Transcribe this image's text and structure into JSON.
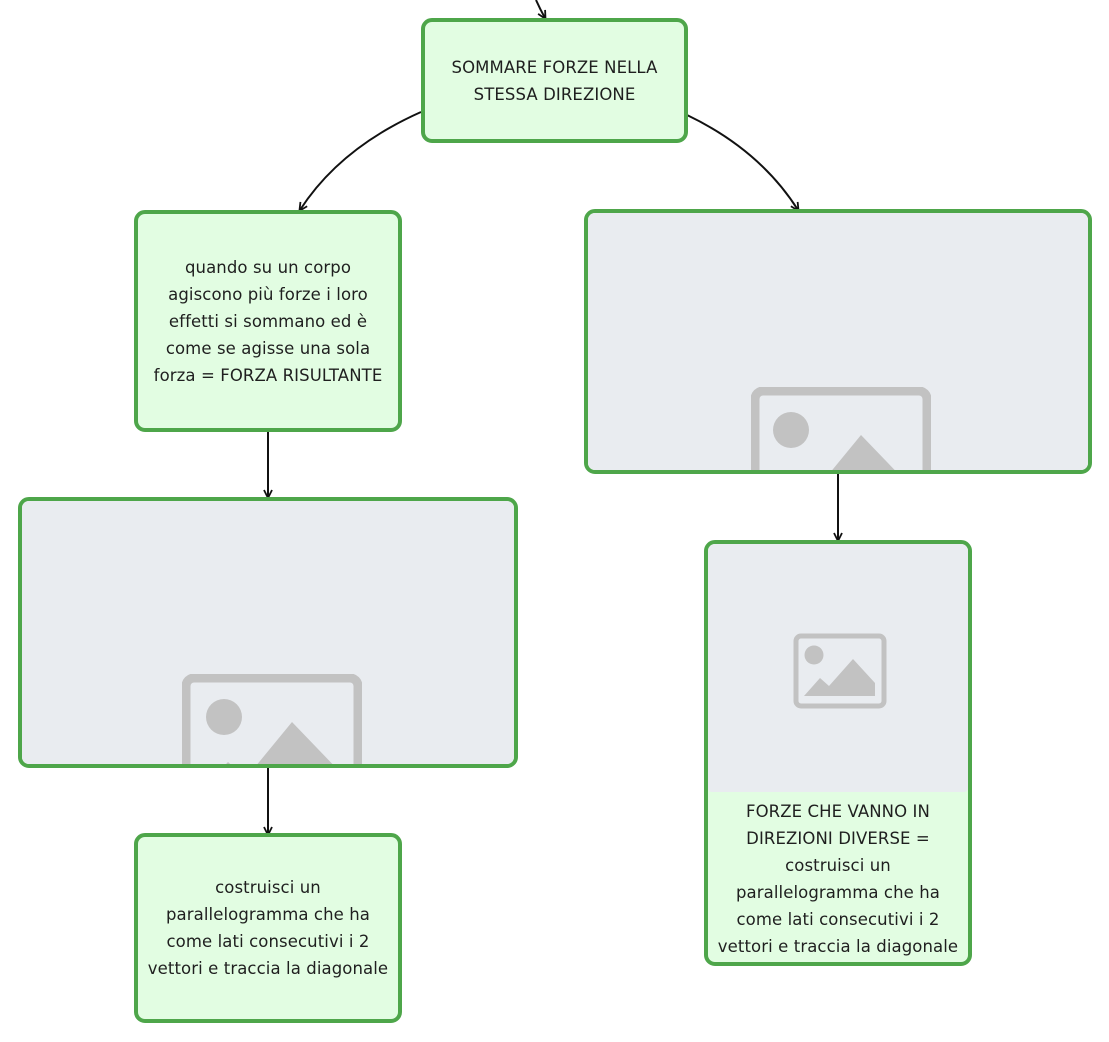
{
  "theme": {
    "node_border": "#4ea64a",
    "node_fill": "#e2fde2",
    "image_placeholder_fill": "#e9ecf0",
    "placeholder_icon_color": "#c2c2c2",
    "connector_color": "#111111",
    "text_color": "#1f1f1f"
  },
  "nodes": {
    "top": {
      "line1": "SOMMARE FORZE NELLA",
      "line2": "STESSA DIREZIONE"
    },
    "definition": {
      "lines": [
        "quando su un corpo",
        "agiscono più forze i loro",
        "effetti si sommano ed è",
        "come se agisse una sola",
        "forza = FORZA RISULTANTE"
      ]
    },
    "left_image": {
      "icon": "image-placeholder-icon"
    },
    "right_image": {
      "icon": "image-placeholder-icon"
    },
    "left_bottom": {
      "lines": [
        "costruisci un",
        "parallelogramma che ha",
        "come lati consecutivi i 2",
        "vettori e traccia la diagonale"
      ]
    },
    "right_bottom": {
      "icon": "image-placeholder-icon",
      "lines": [
        "FORZE CHE VANNO IN",
        "DIREZIONI DIVERSE =",
        "costruisci un",
        "parallelogramma che ha",
        "come lati consecutivi i 2",
        "vettori e traccia la diagonale"
      ]
    }
  }
}
